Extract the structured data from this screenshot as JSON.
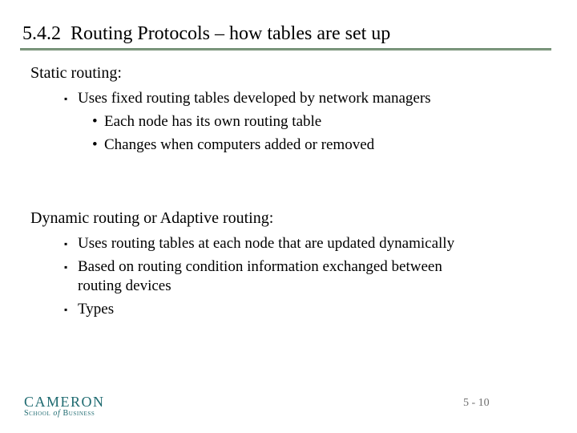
{
  "icons": {
    "square_bullet": "▪",
    "round_bullet": "•"
  },
  "colors": {
    "title_underline": "#7E977D",
    "logo_teal": "#1E6A70",
    "page_number_gray": "#6F6F6F",
    "body_text": "#000000",
    "background": "#FFFFFF"
  },
  "slide": {
    "title": "5.4.2  Routing Protocols – how tables are set up",
    "page_number": "5 - 10",
    "sections": [
      {
        "heading": "Static routing:",
        "bullets": [
          {
            "level": 1,
            "text": "Uses fixed routing tables developed by network managers"
          },
          {
            "level": 2,
            "text": "Each node has its own routing table"
          },
          {
            "level": 2,
            "text": "Changes when computers added or removed"
          }
        ]
      },
      {
        "heading": "Dynamic routing or Adaptive routing:",
        "bullets": [
          {
            "level": 1,
            "text": "Uses routing tables at each node that are updated dynamically"
          },
          {
            "level": 1,
            "text": "Based on routing condition information exchanged between routing devices"
          },
          {
            "level": 1,
            "text": "Types"
          }
        ]
      }
    ],
    "logo": {
      "name": "CAMERON",
      "subtitle_school": "School",
      "subtitle_of": "of",
      "subtitle_business": "Business"
    }
  }
}
